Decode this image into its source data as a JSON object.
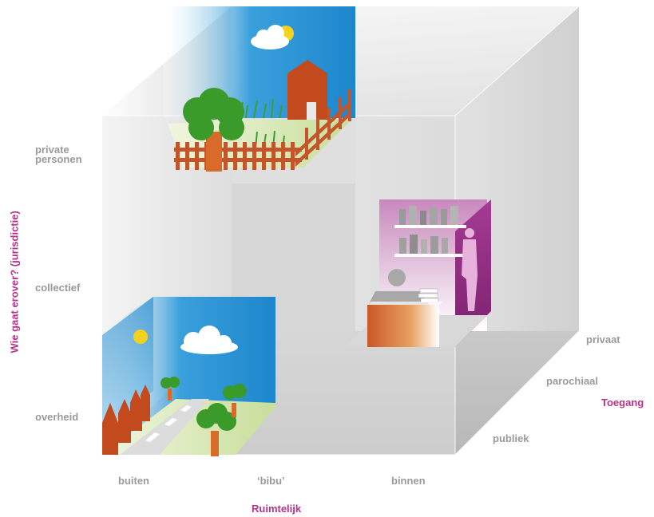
{
  "y_axis": {
    "title": "Wie gaat erover? (jurisdictie)",
    "levels": [
      "private personen",
      "collectief",
      "overheid"
    ]
  },
  "x_axis": {
    "title": "Ruimtelijk",
    "levels": [
      "buiten",
      "‘bibu’",
      "binnen"
    ]
  },
  "z_axis": {
    "title": "Toegang",
    "levels": [
      "privaat",
      "parochiaal",
      "publiek"
    ]
  },
  "colors": {
    "accent": "#b5338a",
    "label_gray": "#9a9a9a",
    "sky": "#1b8fd2",
    "tree_green": "#3a9a2a",
    "brick": "#c24a1c",
    "purple": "#8a2a7a"
  }
}
